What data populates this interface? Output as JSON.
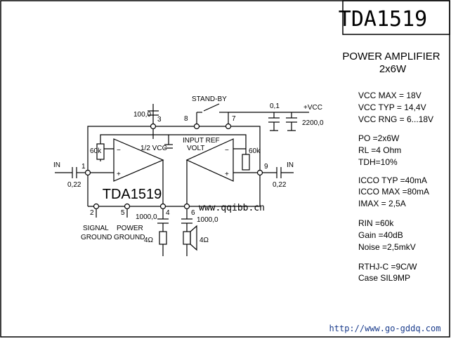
{
  "title": "TDA1519",
  "subtitle_line1": "POWER AMPLIFIER",
  "subtitle_line2": "2x6W",
  "chip_label": "TDA1519",
  "watermark": "www.qqibb.cn",
  "footer_url": "http://www.go-gddq.com",
  "specs": {
    "vcc_max": "VCC MAX = 18V",
    "vcc_typ": "VCC TYP = 14,4V",
    "vcc_rng": "VCC RNG = 6...18V",
    "po": "PO =2x6W",
    "rl": "RL =4 Ohm",
    "tdh": "TDH=10%",
    "icco_typ": "ICCO TYP =40mA",
    "icco_max": "ICCO MAX =80mA",
    "imax": "IMAX =    2,5A",
    "rin": "RIN   =60k",
    "gain": "Gain  =40dB",
    "noise": "Noise =2,5mkV",
    "rthj": "RTHJ-C =9C/W",
    "case": "Case SIL9MP"
  },
  "labels": {
    "stand_by": "STAND-BY",
    "vcc_top": "+VCC",
    "c_100": "100,0",
    "c_0_1": "0,1",
    "c_2200": "2200,0",
    "half_vcc": "1/2 VCC",
    "input_ref": "INPUT REF",
    "volt": "VOLT",
    "r_60k_left": "60k",
    "r_60k_right": "60k",
    "in_left": "IN",
    "in_right": "IN",
    "c_022_left": "0,22",
    "c_022_right": "0,22",
    "signal_ground_1": "SIGNAL",
    "signal_ground_2": "GROUND",
    "power_ground_1": "POWER",
    "power_ground_2": "GROUND",
    "c_1000_left": "1000,0",
    "c_1000_right": "1000,0",
    "spk_left": "4Ω",
    "spk_right": "4Ω",
    "plus": "+",
    "minus": "−",
    "pin1": "1",
    "pin2": "2",
    "pin3": "3",
    "pin4": "4",
    "pin5": "5",
    "pin6": "6",
    "pin7": "7",
    "pin8": "8",
    "pin9": "9"
  }
}
